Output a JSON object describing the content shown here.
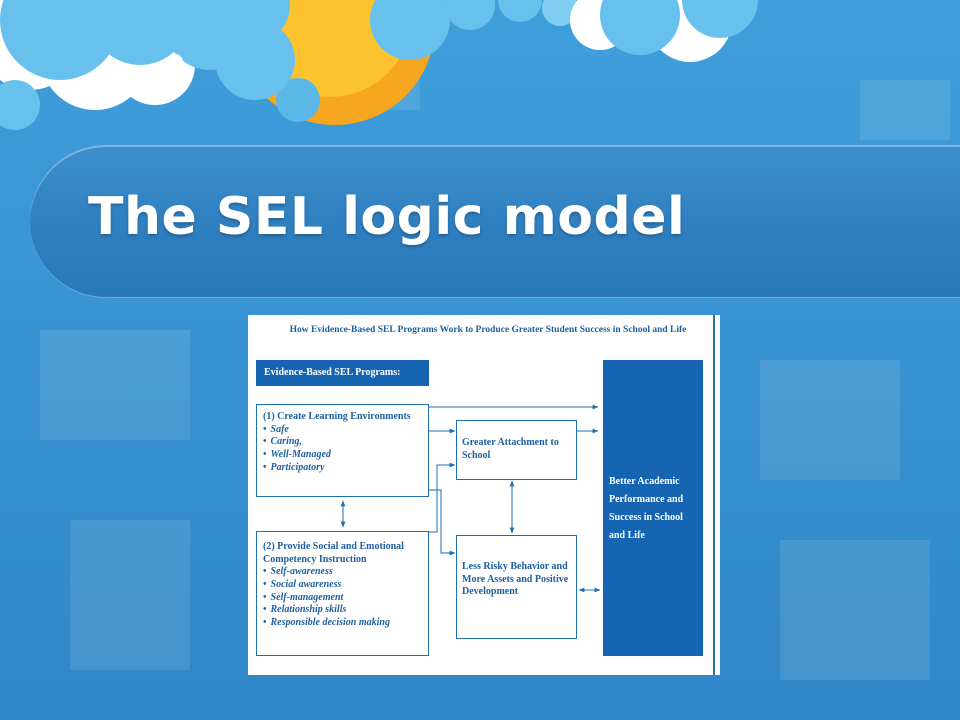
{
  "slide": {
    "title": "The SEL logic model"
  },
  "figure": {
    "caption": "How Evidence-Based SEL Programs Work to Produce Greater Student Success in School and Life",
    "programs_header": "Evidence-Based SEL Programs:",
    "box1": {
      "title": "(1) Create Learning Environments",
      "items": [
        "Safe",
        "Caring,",
        "Well-Managed",
        "Participatory"
      ]
    },
    "box2": {
      "title": "(2) Provide Social and Emotional Competency Instruction",
      "items": [
        "Self-awareness",
        "Social awareness",
        "Self-management",
        "Relationship skills",
        "Responsible decision making"
      ]
    },
    "attachment": "Greater Attachment to School",
    "risky": "Less Risky Behavior and More Assets and Positive Development",
    "result": "Better Academic Performance and Success in School and Life"
  },
  "colors": {
    "background": "#3893d2",
    "title_band": "#2f7fc0",
    "diagram_blue": "#1565b2",
    "diagram_text": "#1d5f9e"
  }
}
